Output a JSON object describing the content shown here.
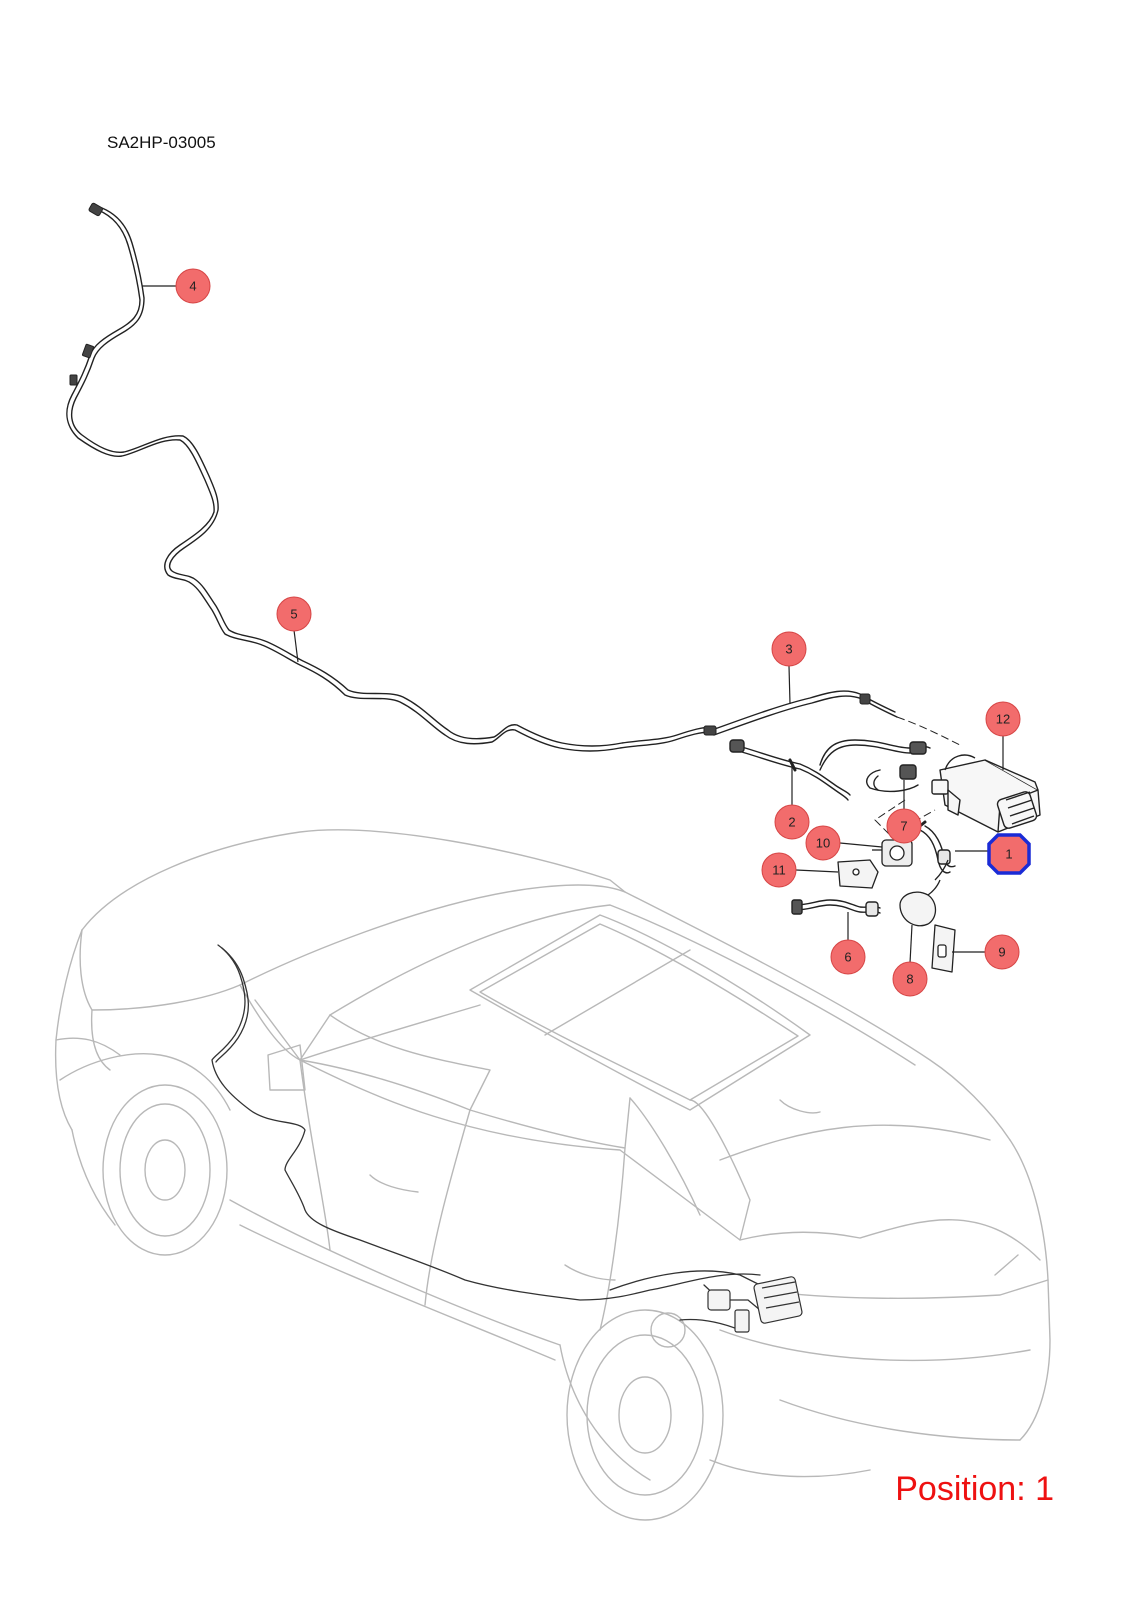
{
  "diagram_code": "SA2HP-03005",
  "position_text": "Position: 1",
  "colors": {
    "callout_fill": "#f26c6c",
    "callout_stroke": "#d64545",
    "selected_stroke": "#1a2bd6",
    "position_text": "#ee1111",
    "car_outline": "#b8b8b8",
    "pipe_line": "#333333"
  },
  "callouts": [
    {
      "id": "1",
      "label": "1",
      "selected": true
    },
    {
      "id": "2",
      "label": "2",
      "selected": false
    },
    {
      "id": "3",
      "label": "3",
      "selected": false
    },
    {
      "id": "4",
      "label": "4",
      "selected": false
    },
    {
      "id": "5",
      "label": "5",
      "selected": false
    },
    {
      "id": "6",
      "label": "6",
      "selected": false
    },
    {
      "id": "7",
      "label": "7",
      "selected": false
    },
    {
      "id": "8",
      "label": "8",
      "selected": false
    },
    {
      "id": "9",
      "label": "9",
      "selected": false
    },
    {
      "id": "10",
      "label": "10",
      "selected": false
    },
    {
      "id": "11",
      "label": "11",
      "selected": false
    },
    {
      "id": "12",
      "label": "12",
      "selected": false
    }
  ]
}
